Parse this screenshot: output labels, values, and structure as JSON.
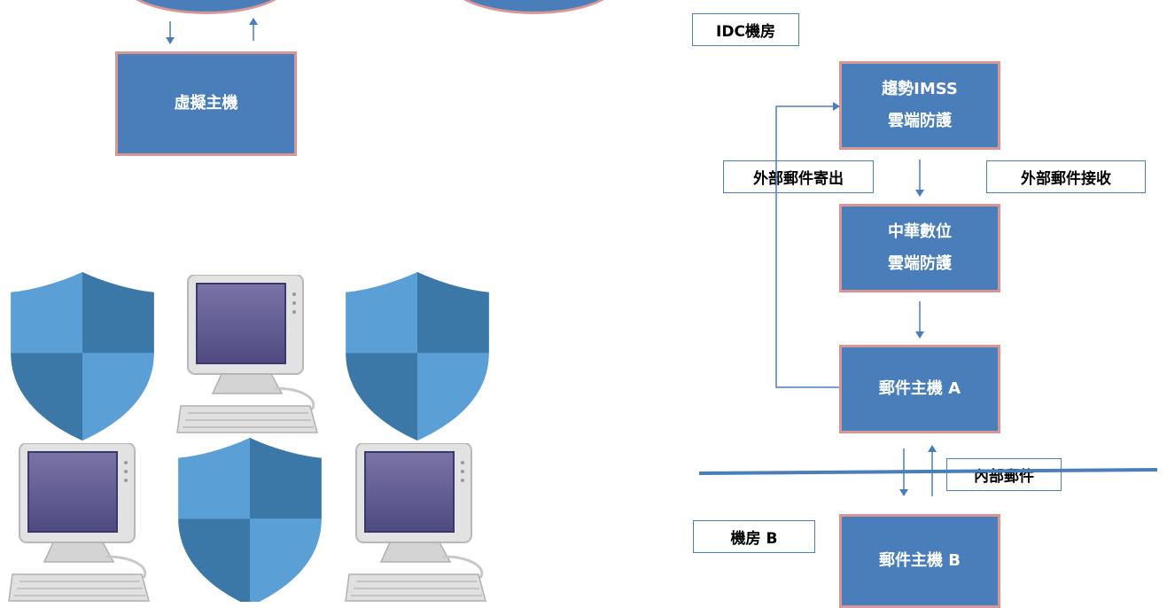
{
  "left_panel": {
    "vm_host": "虛擬主機"
  },
  "idc": {
    "room_label": "IDC機房",
    "trend_line1": "趨勢IMSS",
    "trend_line2": "雲端防護",
    "cht_line1": "中華數位",
    "cht_line2": "雲端防護",
    "mail_host_a": "郵件主機 A",
    "outbound_label": "外部郵件寄出",
    "inbound_label": "外部郵件接收"
  },
  "internal": {
    "label": "內部郵件"
  },
  "room_b": {
    "room_label": "機房 B",
    "mail_host_b": "郵件主機 B"
  },
  "colors": {
    "node_fill": "#4a7ebb",
    "node_border": "#d99694",
    "line": "#4a7ebb",
    "shield_light": "#5a9fd6",
    "shield_dark": "#3b78a8"
  },
  "icons": [
    "shield-icon",
    "computer-icon"
  ]
}
